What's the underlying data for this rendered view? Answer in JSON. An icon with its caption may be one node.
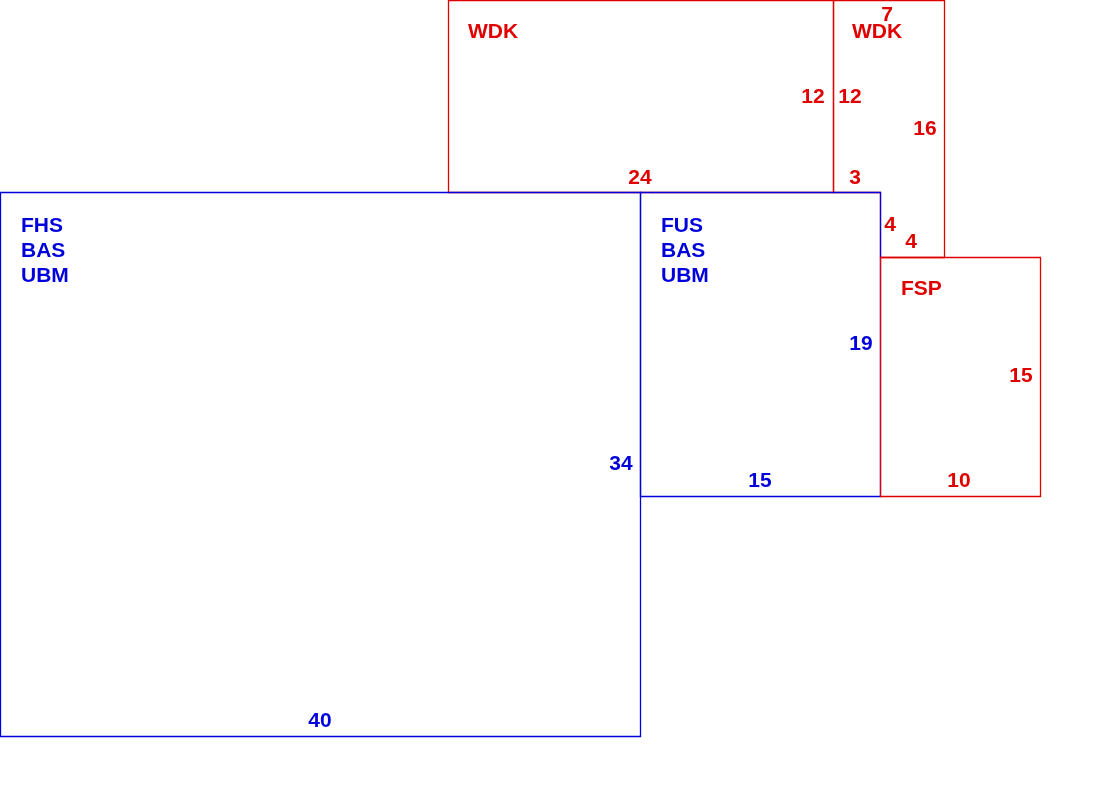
{
  "diagram": {
    "nodes": [
      {
        "text": [
          "WDK",
          "12",
          "24"
        ]
      },
      {
        "text": [
          "7",
          "WDK",
          "12",
          "16",
          "3",
          "4",
          "4"
        ]
      },
      {
        "text": [
          "FHS BAS UBM",
          "34",
          "40"
        ]
      },
      {
        "text": [
          "FUS BAS UBM",
          "19",
          "15"
        ]
      },
      {
        "text": [
          "FSP",
          "15",
          "10"
        ]
      }
    ]
  }
}
